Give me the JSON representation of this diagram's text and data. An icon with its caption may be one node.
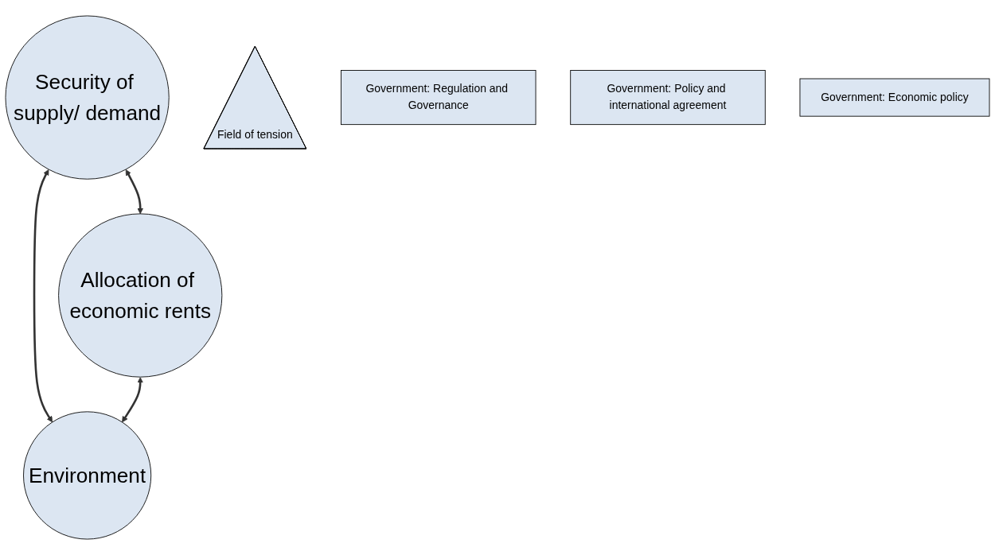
{
  "diagram": {
    "nodes": [
      {
        "text": [
          "Security of supply/ demand"
        ]
      },
      {
        "text": [
          "Allocation of economic rents"
        ]
      },
      {
        "text": [
          "Environment"
        ]
      },
      {
        "text": [
          "Field of tension"
        ]
      },
      {
        "text": [
          "Government: Regulation and Governance"
        ]
      },
      {
        "text": [
          "Government: Policy and international agreement"
        ]
      },
      {
        "text": [
          "Government: Economic policy"
        ]
      }
    ],
    "edges": [
      {
        "from": 0,
        "to": 1,
        "arrow": "both"
      },
      {
        "from": 0,
        "to": 2,
        "arrow": "both"
      },
      {
        "from": 1,
        "to": 2,
        "arrow": "both"
      }
    ]
  }
}
